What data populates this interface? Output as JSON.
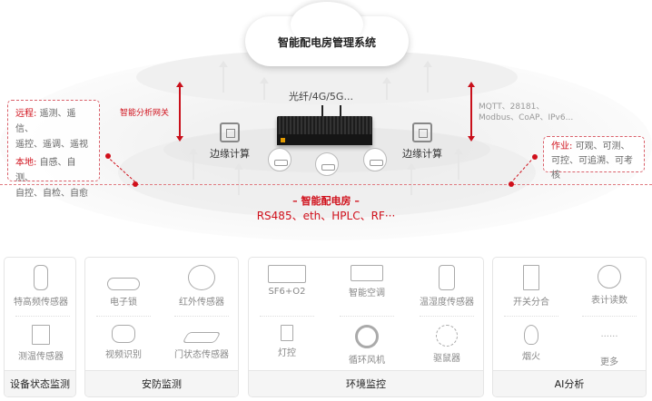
{
  "cloud": {
    "title": "智能配电房管理系统"
  },
  "gateway": {
    "label": "智能分析网关",
    "uplink": "光纤/4G/5G..."
  },
  "protocols": {
    "line1": "MQTT、28181、",
    "line2": "Modbus、CoAP、IPv6..."
  },
  "left_box": {
    "remote_label": "远程:",
    "remote_text1": "遥测、遥信、",
    "remote_text2": "遥控、遥调、遥视",
    "local_label": "本地:",
    "local_text1": "自感、自测、",
    "local_text2": "自控、自检、自愈"
  },
  "right_box": {
    "label": "作业:",
    "text1": "可观、可测、",
    "text2": "可控、可追溯、可考核"
  },
  "edge": {
    "left": "边缘计算",
    "right": "边缘计算"
  },
  "room": {
    "title": "– 智能配电房 –",
    "protocols": "RS485、eth、HPLC、RF···"
  },
  "panels": [
    {
      "title": "设备状态监测",
      "items": [
        "特高频传感器",
        "测温传感器"
      ]
    },
    {
      "title": "安防监测",
      "items": [
        "电子锁",
        "红外传感器",
        "视频识别",
        "门状态传感器"
      ]
    },
    {
      "title": "环境监控",
      "items": [
        "SF6+O2",
        "智能空调",
        "温湿度传感器",
        "灯控",
        "循环风机",
        "驱鼠器"
      ]
    },
    {
      "title": "AI分析",
      "items": [
        "开关分合",
        "表计读数",
        "烟火",
        "更多"
      ]
    }
  ],
  "more_glyph": "......",
  "colors": {
    "accent": "#d0101b"
  }
}
